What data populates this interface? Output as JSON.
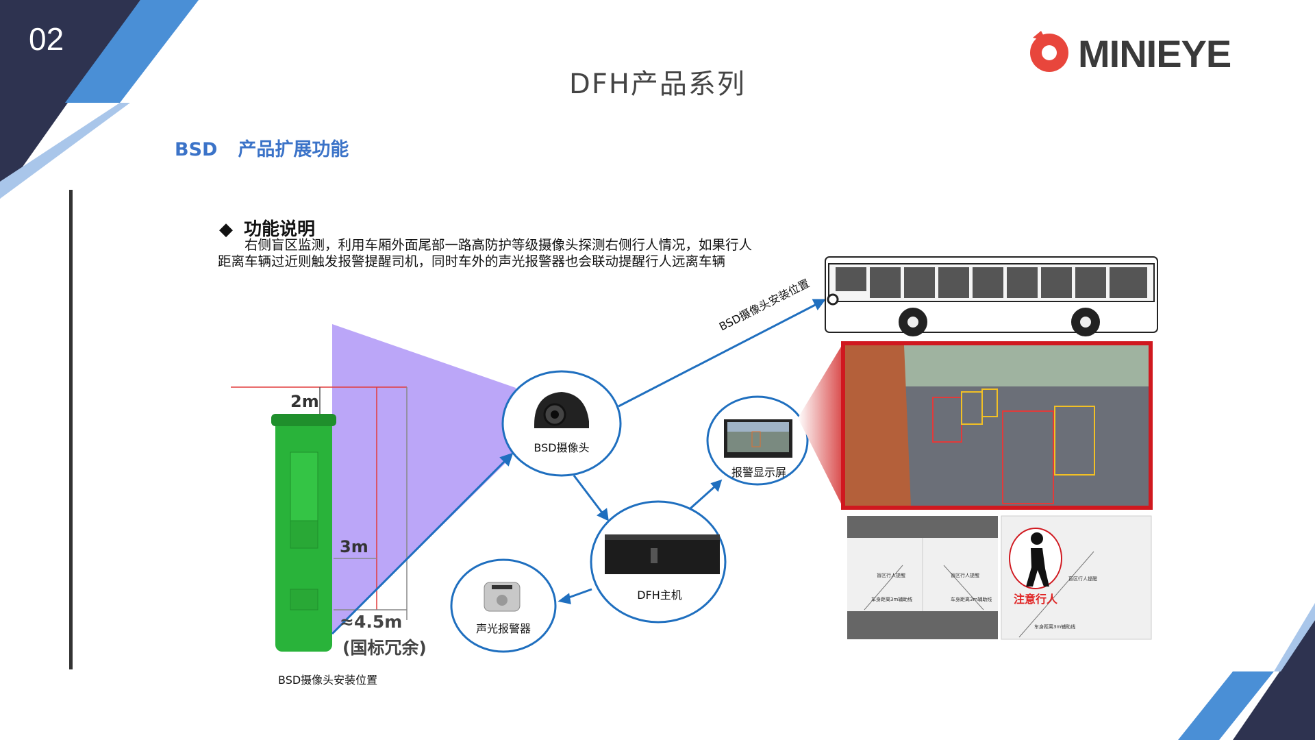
{
  "slide_number": "02",
  "title": "DFH产品系列",
  "logo": "MINIEYE",
  "section": {
    "code": "BSD",
    "label": "产品扩展功能"
  },
  "feature": {
    "heading": "功能说明",
    "bullet": "◆",
    "line1": "右侧盲区监测，利用车厢外面尾部一路高防护等级摄像头探测右侧行人情况，如果行人",
    "line2": "距离车辆过近则触发报警提醒司机，同时车外的声光报警器也会联动提醒行人远离车辆"
  },
  "diagram": {
    "dist_2m": "2m",
    "dist_3m": "3m",
    "dist_45m": "≈4.5m",
    "national_margin": "(国标冗余)",
    "install_caption": "BSD摄像头安装位置",
    "arrow_label": "BSD摄像头安装位置",
    "camera": "BSD摄像头",
    "host": "DFH主机",
    "alarm": "声光报警器",
    "display": "报警显示屏"
  },
  "panels": {
    "warning": "注意行人",
    "tiny1": "盲区行人提醒",
    "tiny2": "车身距离3m辅助线"
  },
  "colors": {
    "navy": "#2e3350",
    "blue": "#4a8fd6",
    "accent": "#3b73c8",
    "circle": "#1f6fbf",
    "red": "#d0181f"
  }
}
